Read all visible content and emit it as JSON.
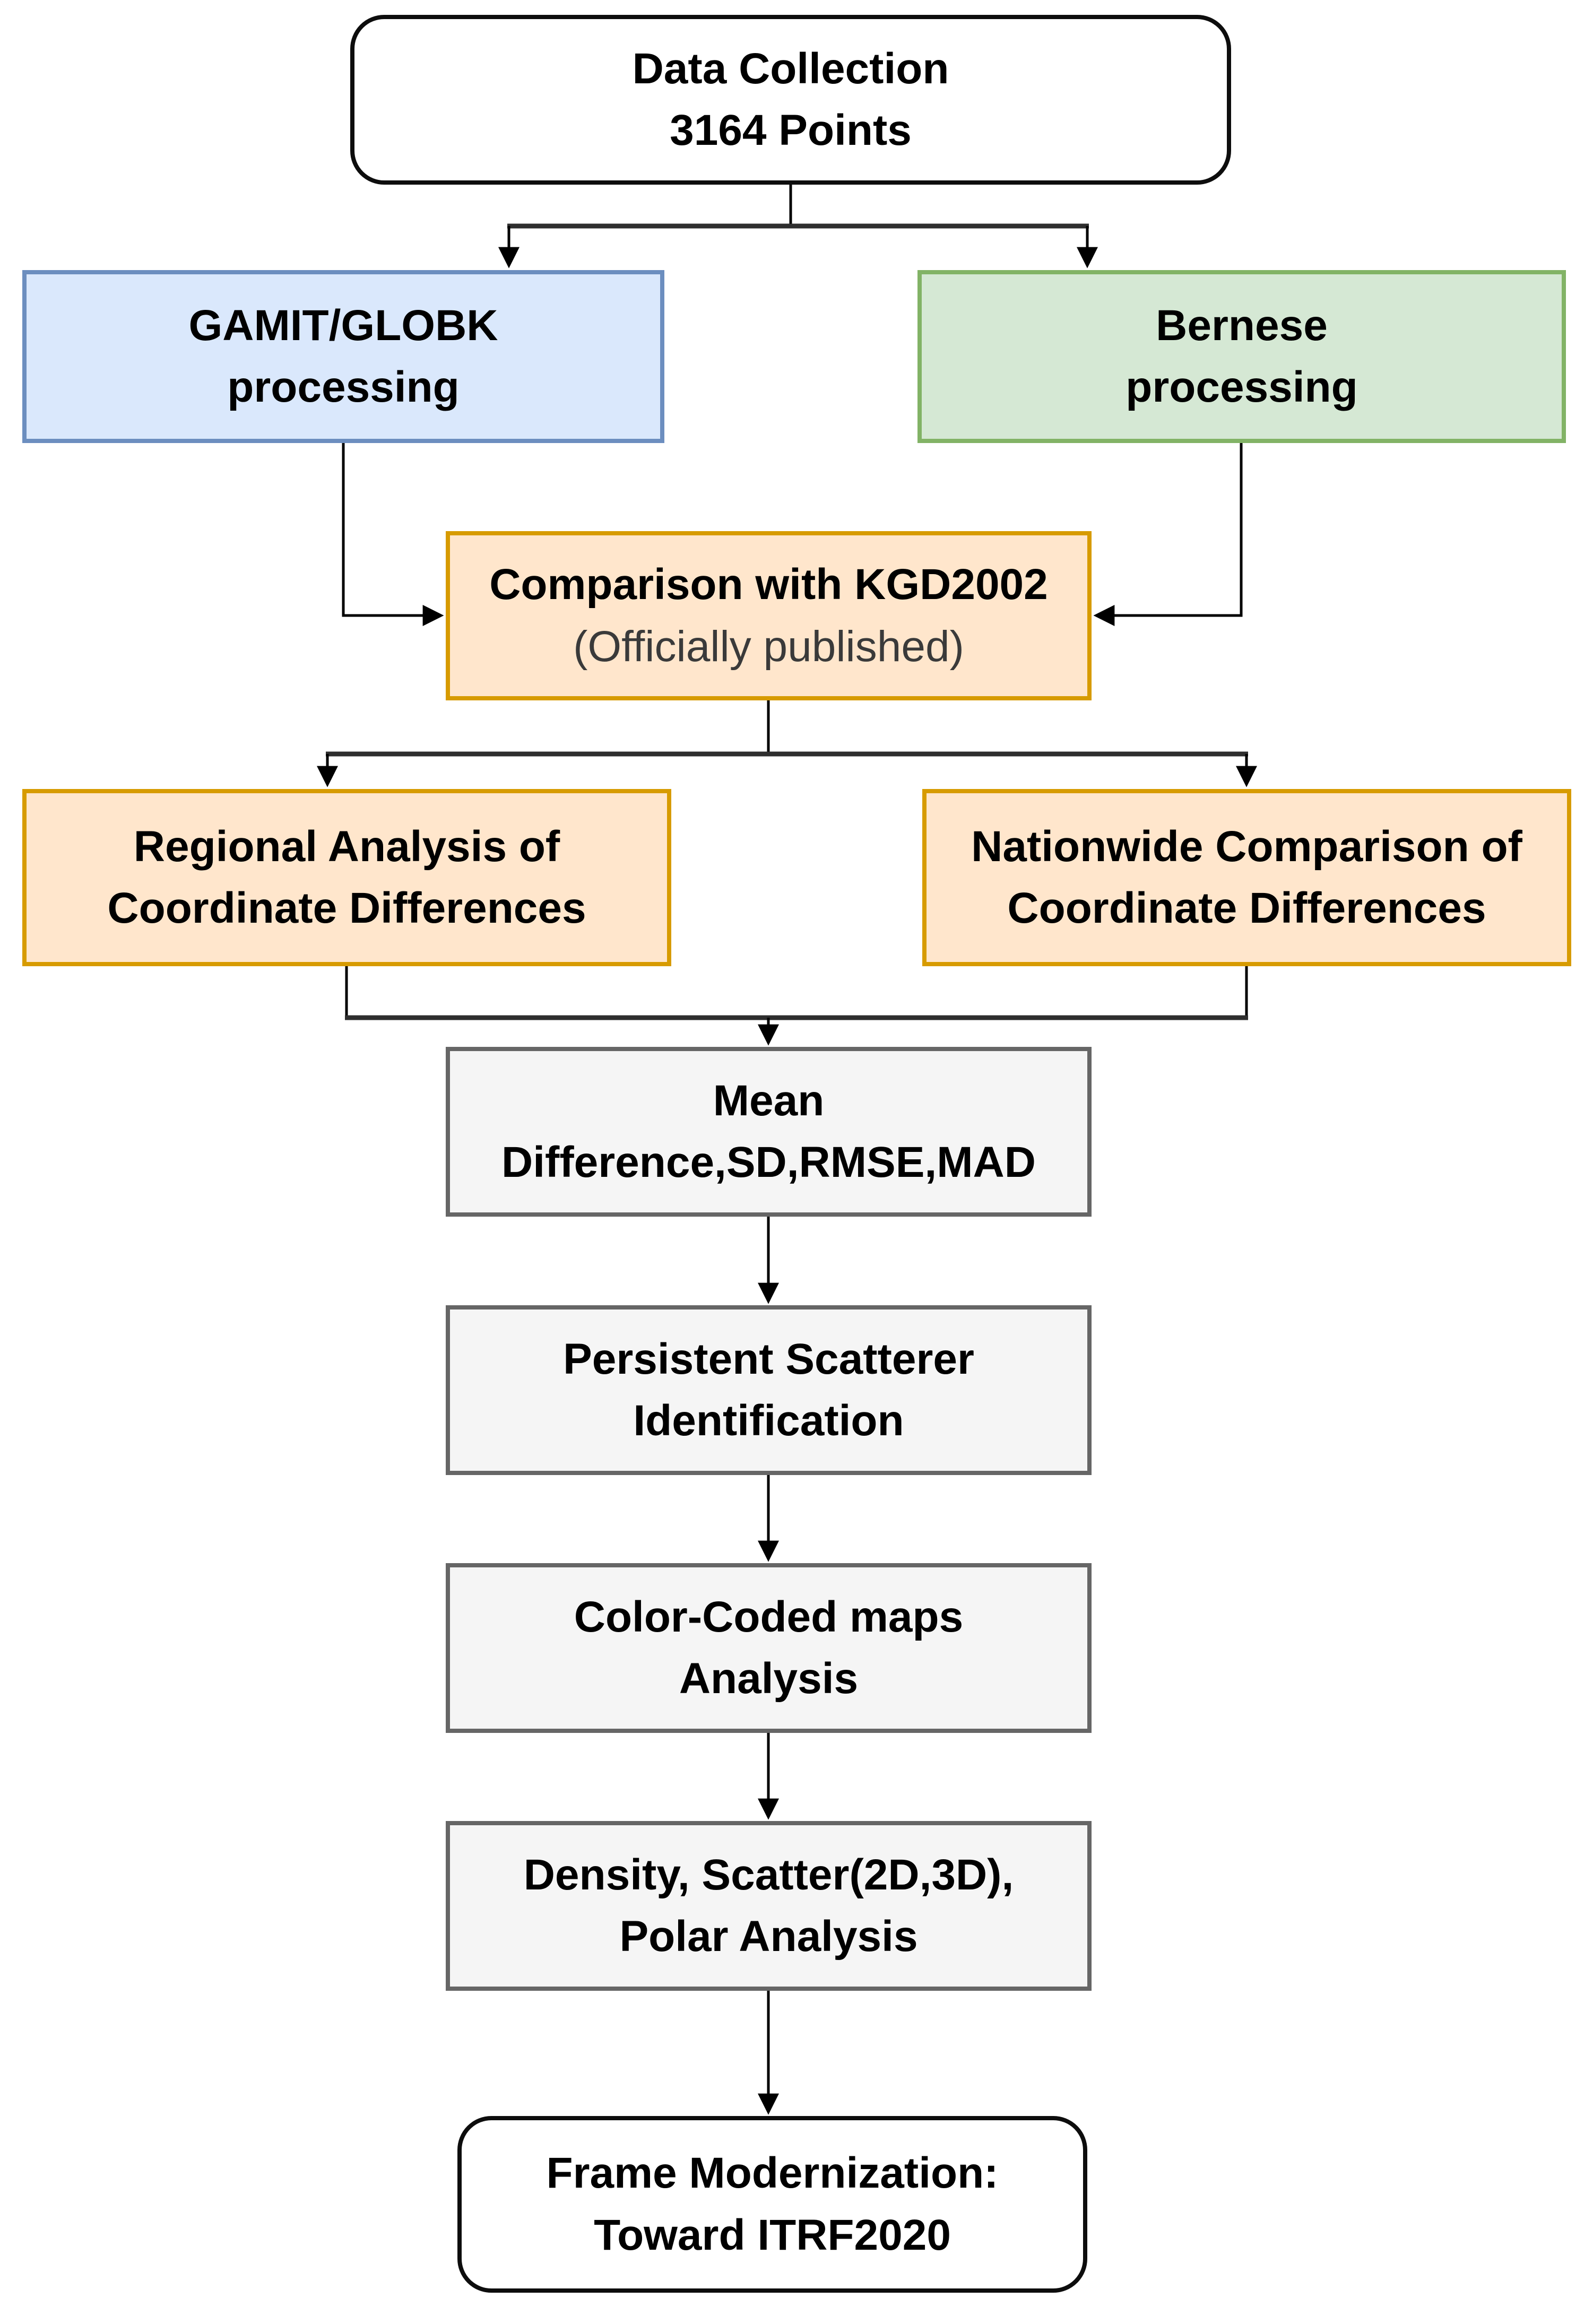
{
  "diagram": {
    "nodes": {
      "data_collection": {
        "line1": "Data Collection",
        "line2": "3164 Points"
      },
      "gamit": {
        "line1": "GAMIT/GLOBK",
        "line2": "processing"
      },
      "bernese": {
        "line1": "Bernese",
        "line2": "processing"
      },
      "comparison": {
        "line1": "Comparison with KGD2002",
        "line2": "(Officially published)"
      },
      "regional": {
        "line1": "Regional Analysis of",
        "line2": "Coordinate Differences"
      },
      "nationwide": {
        "line1": "Nationwide Comparison of",
        "line2": "Coordinate Differences"
      },
      "mean_stats": {
        "line1": "Mean",
        "line2": "Difference,SD,RMSE,MAD"
      },
      "persistent_scatterer": {
        "line1": "Persistent Scatterer",
        "line2": "Identification"
      },
      "color_coded_maps": {
        "line1": "Color-Coded maps",
        "line2": "Analysis"
      },
      "density_scatter": {
        "line1": "Density, Scatter(2D,3D),",
        "line2": "Polar Analysis"
      },
      "frame_modernization": {
        "line1": "Frame Modernization:",
        "line2": "Toward ITRF2020"
      }
    },
    "colors": {
      "blue_fill": "#dae8fc",
      "blue_border": "#6c8ebf",
      "green_fill": "#d5e8d4",
      "green_border": "#82b366",
      "orange_fill": "#ffe6cc",
      "orange_border": "#d79b00",
      "gray_fill": "#f5f5f5",
      "gray_border": "#666666",
      "terminal_fill": "#ffffff",
      "terminal_border": "#0d0d0d",
      "connector": "#000000"
    }
  }
}
